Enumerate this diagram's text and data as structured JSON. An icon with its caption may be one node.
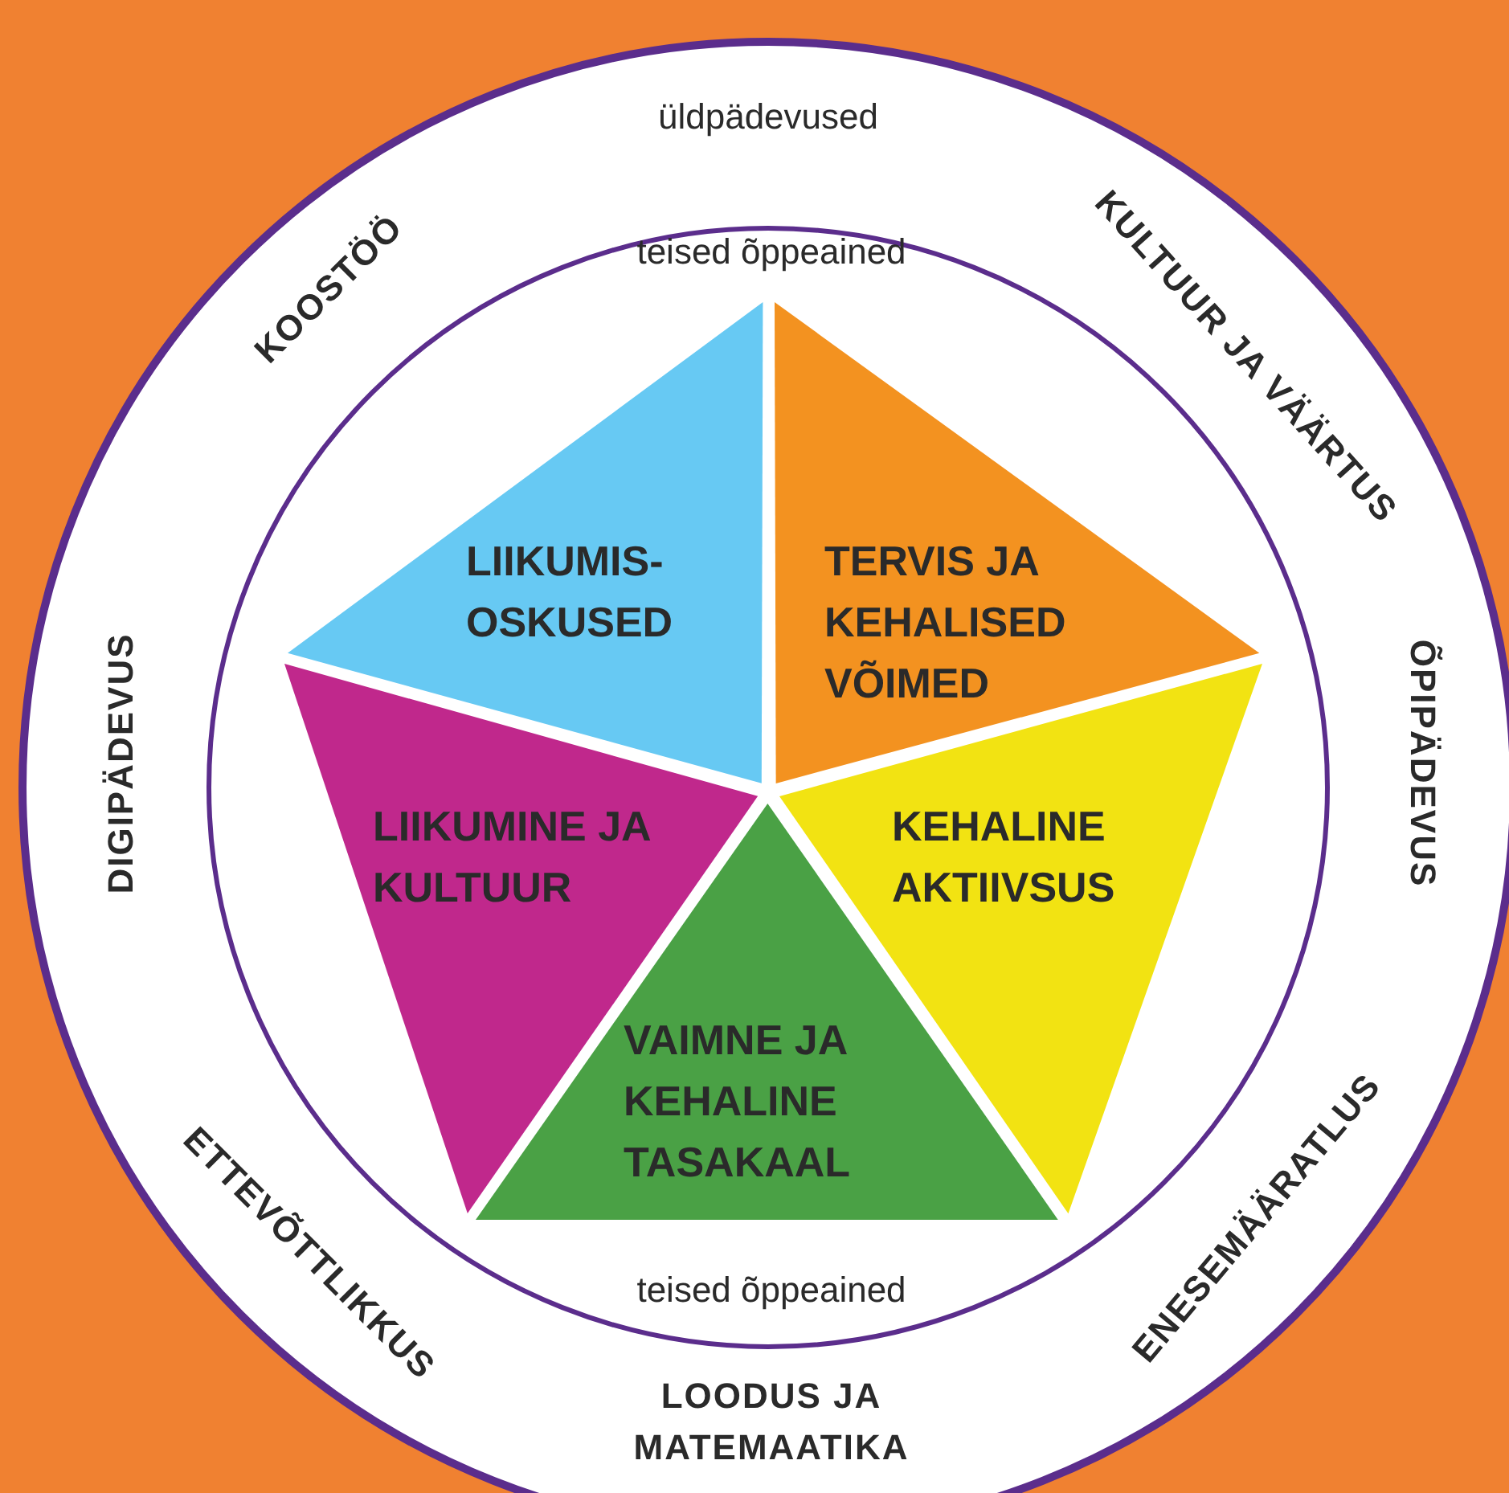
{
  "diagram": {
    "nodes": [
      {
        "text": [
          "LIIKUMIS- OSKUSED"
        ]
      },
      {
        "text": [
          "TERVIS JA KEHALISED VÕIMED"
        ]
      },
      {
        "text": [
          "KEHALINE AKTIIVSUS"
        ]
      },
      {
        "text": [
          "VAIMNE JA KEHALINE TASAKAAL"
        ]
      },
      {
        "text": [
          "LIIKUMINE JA KULTUUR"
        ]
      }
    ],
    "labels": [
      "üldpädevused",
      "KOOSTÖÖ",
      "KULTUUR JA VÄÄRTUS",
      "teised õppeained",
      "DIGIPÄDEVUS",
      "ÕPIPÄDEVUS",
      "ENESEMÄÄRATLUS",
      "ETTEVÕTTLIKKUS",
      "teised õppeained",
      "LOODUS JA MATEMAATIKA"
    ]
  }
}
